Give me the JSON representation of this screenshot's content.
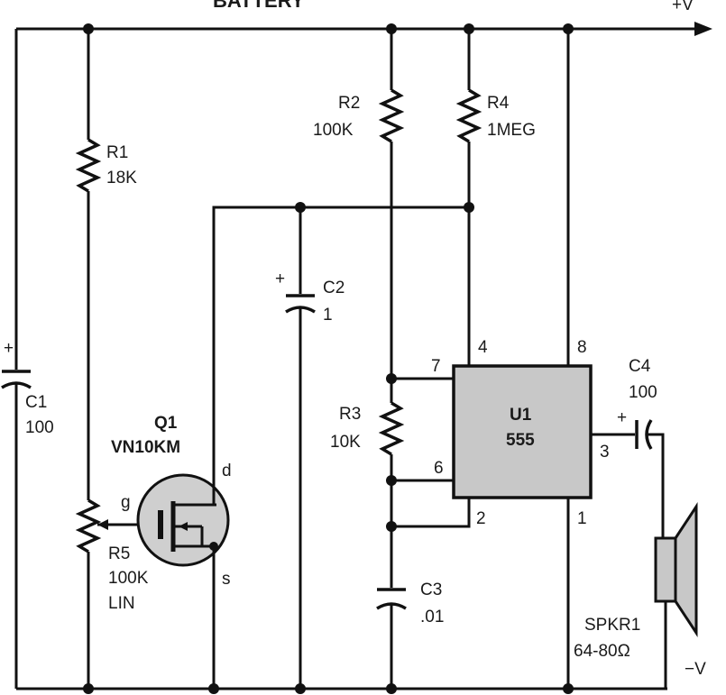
{
  "header": {
    "top_text": "BATTERY",
    "supply_label": "+V",
    "ground_label": "−V"
  },
  "components": {
    "r1": {
      "ref": "R1",
      "value": "18K"
    },
    "r2": {
      "ref": "R2",
      "value": "100K"
    },
    "r3": {
      "ref": "R3",
      "value": "10K"
    },
    "r4": {
      "ref": "R4",
      "value": "1MEG"
    },
    "r5": {
      "ref": "R5",
      "value": "100K",
      "taper": "LIN"
    },
    "c1": {
      "ref": "C1",
      "value": "100"
    },
    "c2": {
      "ref": "C2",
      "value": "1"
    },
    "c3": {
      "ref": "C3",
      "value": ".01"
    },
    "c4": {
      "ref": "C4",
      "value": "100"
    },
    "q1": {
      "ref": "Q1",
      "part": "VN10KM",
      "gate": "g",
      "drain": "d",
      "source": "s"
    },
    "u1": {
      "ref": "U1",
      "part": "555",
      "pins": {
        "p7": "7",
        "p4": "4",
        "p8": "8",
        "p6": "6",
        "p2": "2",
        "p1": "1",
        "p3": "3"
      }
    },
    "spkr1": {
      "ref": "SPKR1",
      "value": "64-80Ω"
    }
  },
  "polarity_mark": "+"
}
